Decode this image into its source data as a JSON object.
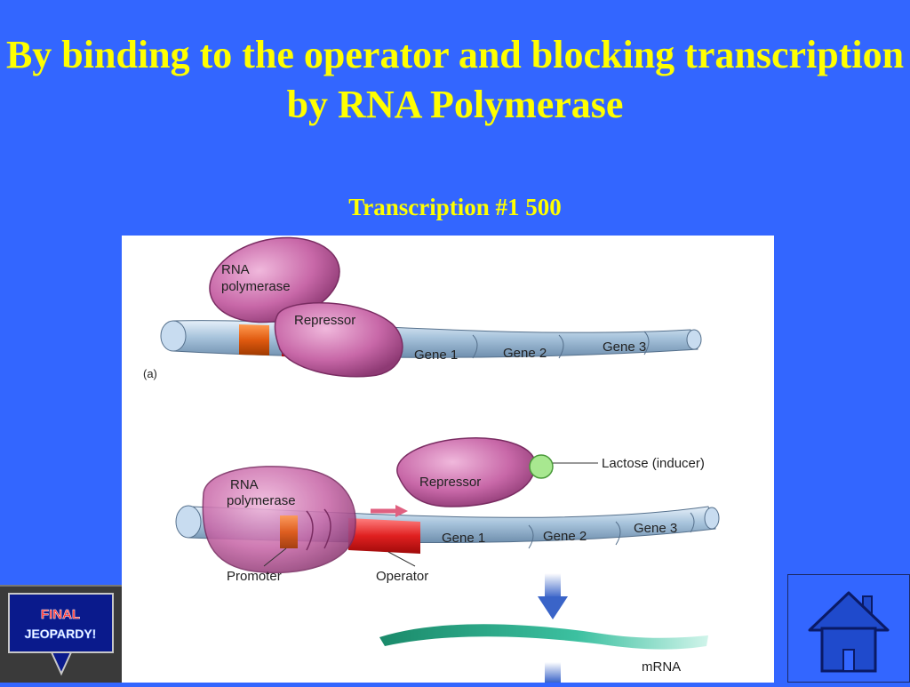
{
  "slide": {
    "title": "By binding to the operator and blocking transcription by RNA Polymerase",
    "subtitle": "Transcription #1 500"
  },
  "figure": {
    "panel_a": {
      "panel_label": "(a)",
      "rna_polymerase_label": "RNA polymerase",
      "repressor_label": "Repressor",
      "genes": [
        "Gene 1",
        "Gene 2",
        "Gene 3"
      ]
    },
    "panel_b": {
      "rna_polymerase_label": "RNA polymerase",
      "repressor_label": "Repressor",
      "inducer_label": "Lactose (inducer)",
      "genes": [
        "Gene 1",
        "Gene 2",
        "Gene 3"
      ],
      "promoter_label": "Promoter",
      "operator_label": "Operator",
      "mrna_label": "mRNA"
    }
  },
  "nav": {
    "final_jeopardy_text": "FINAL JEOPARDY!",
    "home_icon": "home-icon"
  },
  "colors": {
    "background": "#3366ff",
    "title_text": "#ffff00",
    "polymerase": "#c060a0",
    "operator": "#e02020",
    "promoter": "#e05a10",
    "dna": "#a8c4dc",
    "mrna": "#2aa88a",
    "inducer": "#a8e890"
  }
}
